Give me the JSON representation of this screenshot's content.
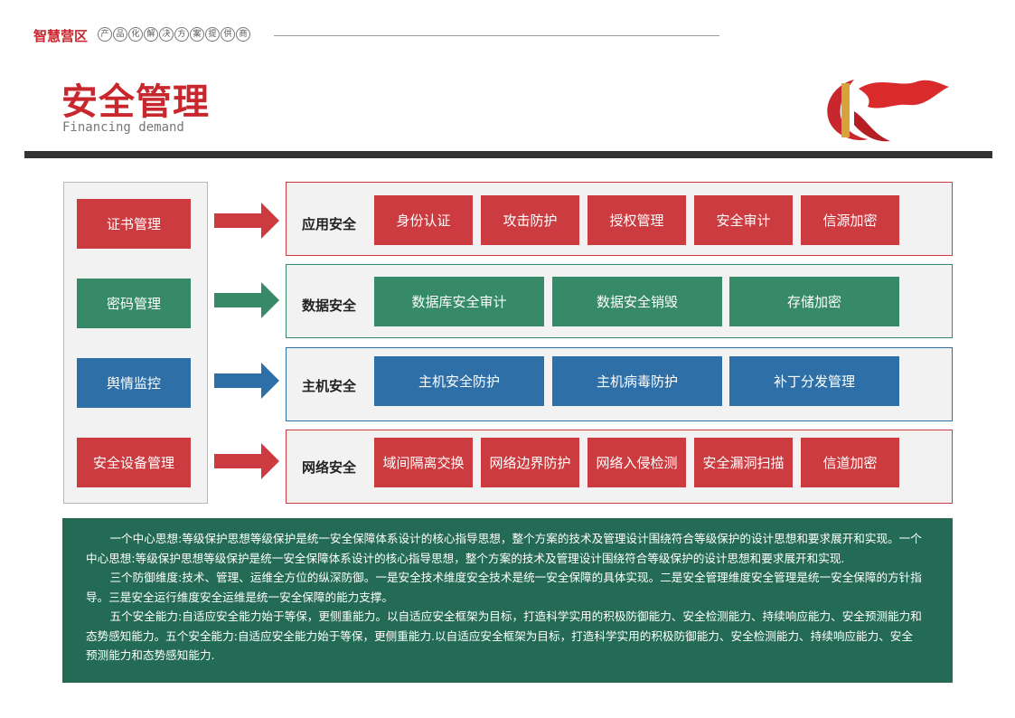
{
  "header": {
    "brand": "智慧营区",
    "slogan": [
      "产",
      "品",
      "化",
      "解",
      "决",
      "方",
      "案",
      "提",
      "供",
      "商"
    ],
    "title": "安全管理",
    "subtitle": "Financing demand"
  },
  "colors": {
    "red": "#cc3b3f",
    "green": "#378a68",
    "blue": "#2e6fa7",
    "panel": "#236b55"
  },
  "left_items": [
    {
      "label": "证书管理",
      "color": "red"
    },
    {
      "label": "密码管理",
      "color": "green"
    },
    {
      "label": "舆情监控",
      "color": "blue"
    },
    {
      "label": "安全设备管理",
      "color": "red"
    }
  ],
  "categories": [
    {
      "label": "应用安全",
      "items": [
        "身份认证",
        "攻击防护",
        "授权管理",
        "安全审计",
        "信源加密"
      ]
    },
    {
      "label": "数据安全",
      "items": [
        "数据库安全审计",
        "数据安全销毁",
        "存储加密"
      ]
    },
    {
      "label": "主机安全",
      "items": [
        "主机安全防护",
        "主机病毒防护",
        "补丁分发管理"
      ]
    },
    {
      "label": "网络安全",
      "items": [
        "域间隔离交换",
        "网络边界防护",
        "网络入侵检测",
        "安全漏洞扫描",
        "信道加密"
      ]
    }
  ],
  "paragraphs": [
    "一个中心思想:等级保护思想等级保护是统一安全保障体系设计的核心指导思想，整个方案的技术及管理设计围绕符合等级保护的设计思想和要求展开和实现。一个中心思想:等级保护思想等级保护是统一安全保障体系设计的核心指导思想，整个方案的技术及管理设计围绕符合等级保护的设计思想和要求展开和实现.",
    "三个防御维度:技术、管理、运维全方位的纵深防御。一是安全技术维度安全技术是统一安全保障的具体实现。二是安全管理维度安全管理是统一安全保障的方针指导。三是安全运行维度安全运维是统一安全保障的能力支撑。",
    "五个安全能力:自适应安全能力始于等保，更侧重能力。以自适应安全框架为目标，打造科学实用的积极防御能力、安全检测能力、持续响应能力、安全预测能力和态势感知能力。五个安全能力:自适应安全能力始于等保，更侧重能力.以自适应安全框架为目标，打造科学实用的积极防御能力、安全检测能力、持续响应能力、安全预测能力和态势感知能力."
  ]
}
